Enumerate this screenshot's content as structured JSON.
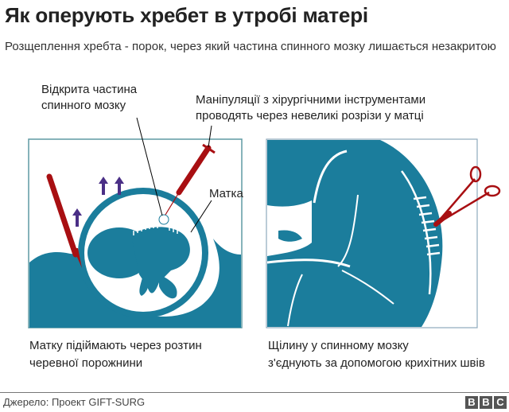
{
  "header": {
    "title": "Як оперують хребет в утробі матері",
    "subtitle": "Розщеплення хребта - порок, через який частина спинного мозку лишається незакритою"
  },
  "annotations": {
    "spine_open_line1": "Відкрита частина",
    "spine_open_line2": "спинного мозку",
    "instruments_line1": "Маніпуляції з хірургічними інструментами",
    "instruments_line2": "проводять через невеликі розрізи у матці",
    "uterus": "Матка"
  },
  "panels": [
    {
      "caption_line1": "Матку підіймають через розтин",
      "caption_line2": "черевної порожнини"
    },
    {
      "caption_line1": "Щілину у спинному мозку",
      "caption_line2": "з'єднують за допомогою крихітних швів"
    }
  ],
  "footer": {
    "source": "Джерело: Проект GIFT-SURG",
    "logo_letters": [
      "B",
      "B",
      "C"
    ]
  },
  "colors": {
    "teal": "#1b7d9c",
    "instrument_red": "#a80f12",
    "arrow_purple": "#4a2f86",
    "frame": "#5f9aa3"
  }
}
